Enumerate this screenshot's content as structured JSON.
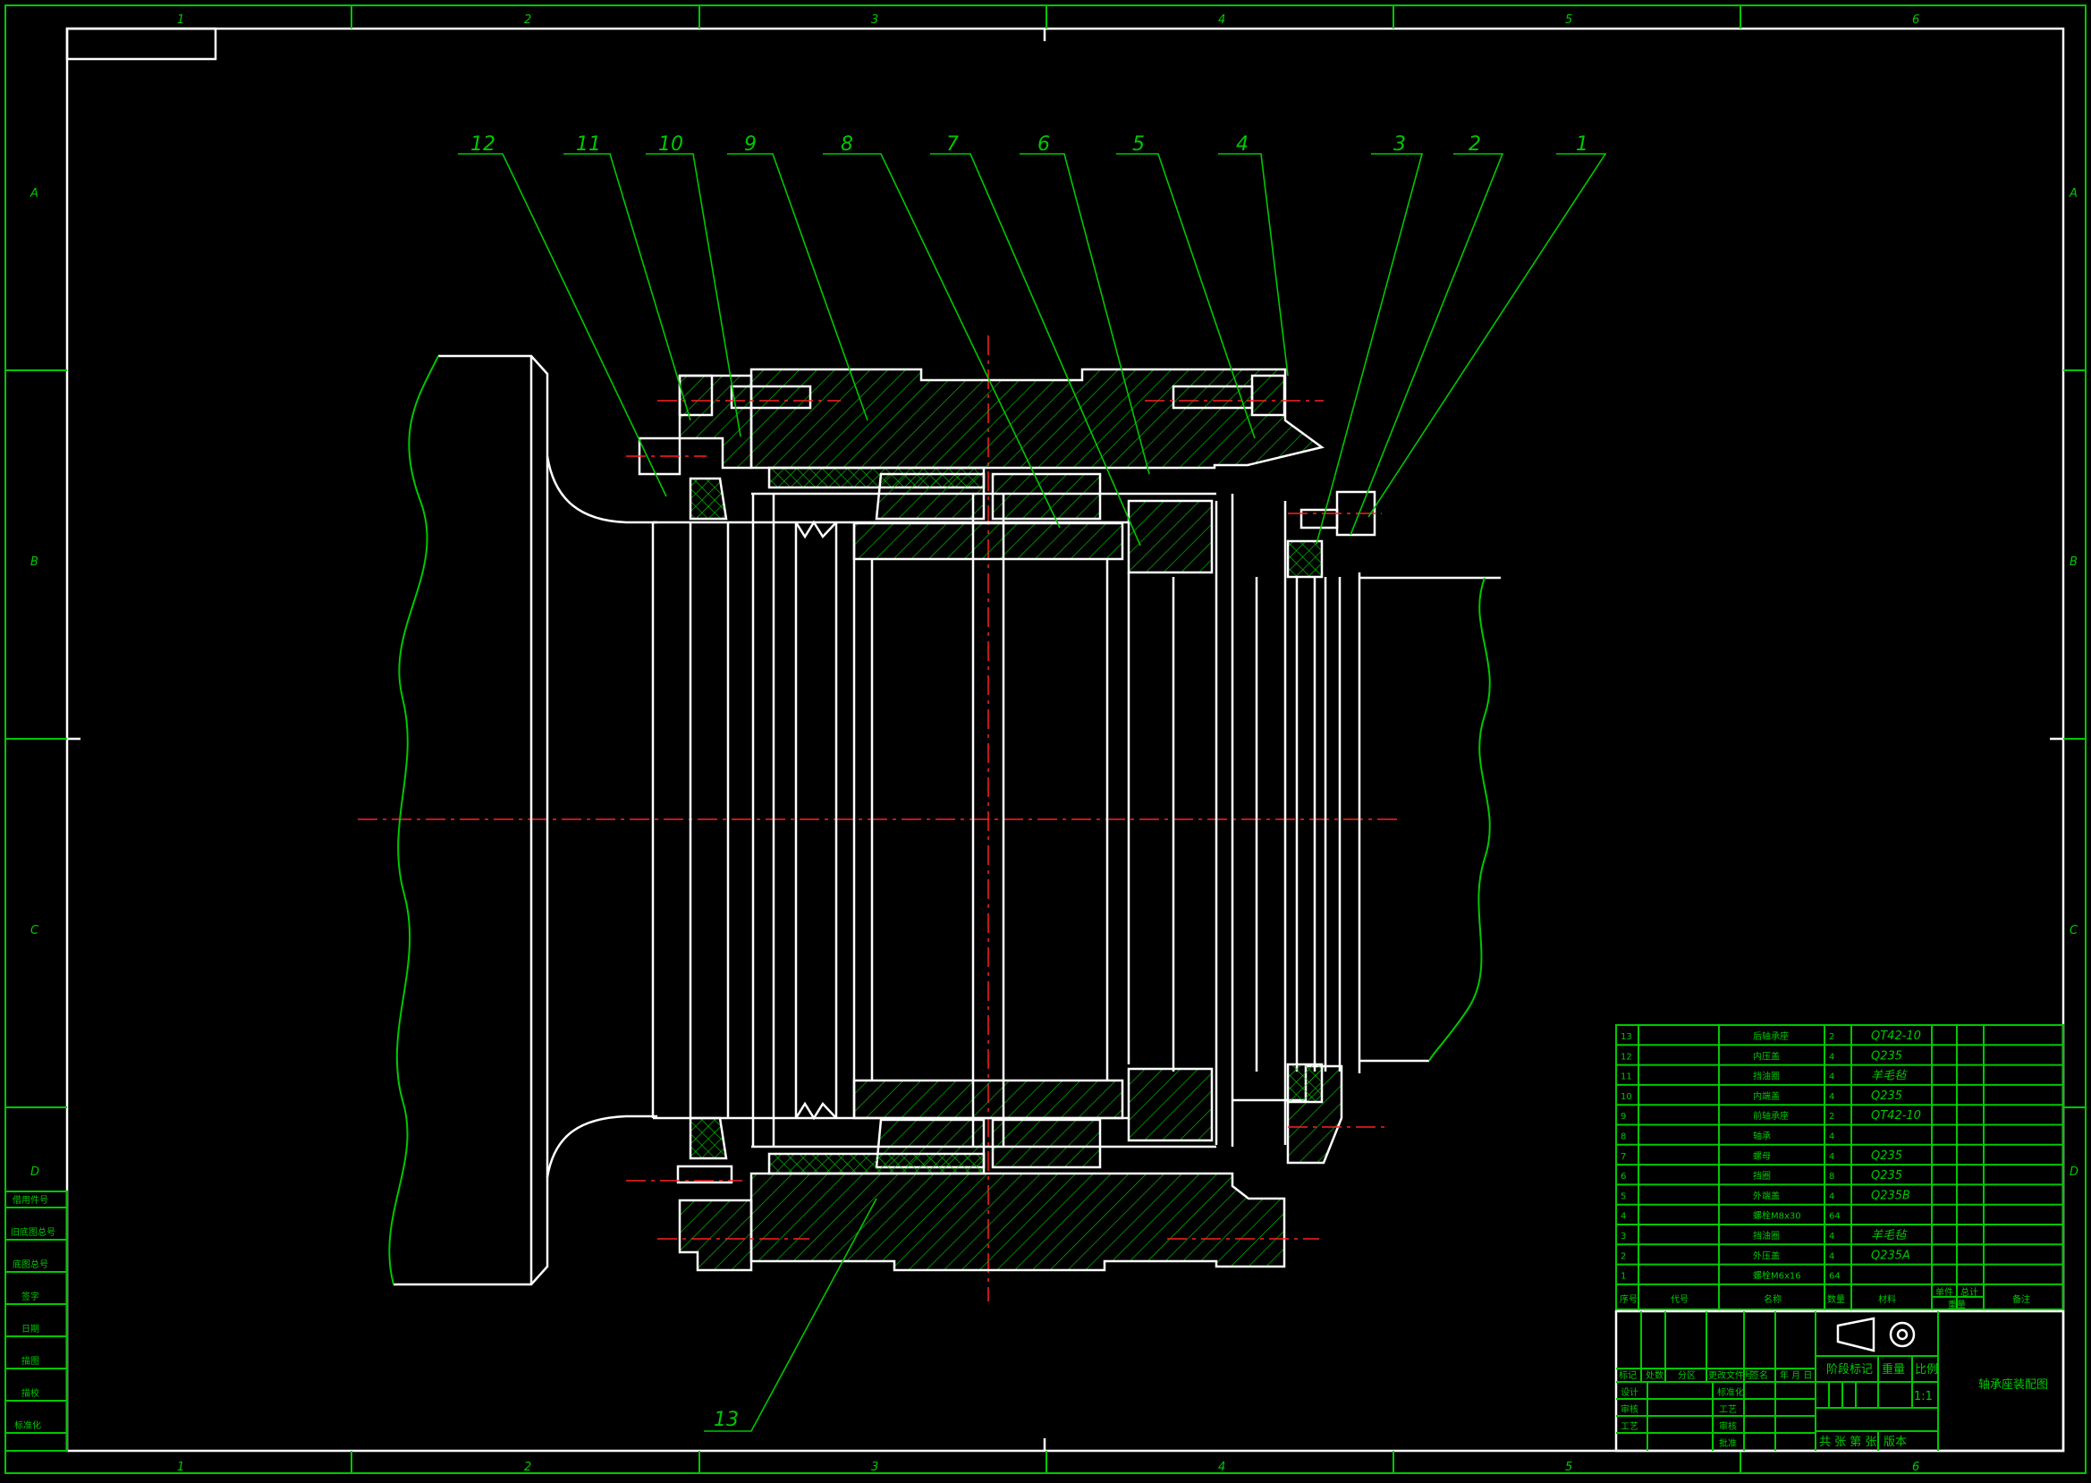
{
  "frame": {
    "columns": [
      "1",
      "2",
      "3",
      "4",
      "5",
      "6"
    ],
    "rows": [
      "A",
      "B",
      "C",
      "D"
    ]
  },
  "callouts": [
    "12",
    "11",
    "10",
    "9",
    "8",
    "7",
    "6",
    "5",
    "4",
    "3",
    "2",
    "1",
    "13"
  ],
  "side_labels": [
    "借用件号",
    "旧底图总号",
    "底图总号",
    "签字",
    "日期",
    "描图",
    "描校",
    "标准化"
  ],
  "bom": {
    "rows": [
      {
        "no": "13",
        "name": "后轴承座",
        "qty": "2",
        "material": "QT42-10"
      },
      {
        "no": "12",
        "name": "内压盖",
        "qty": "4",
        "material": "Q235"
      },
      {
        "no": "11",
        "name": "挡油圈",
        "qty": "4",
        "material": "羊毛毡"
      },
      {
        "no": "10",
        "name": "内端盖",
        "qty": "4",
        "material": "Q235"
      },
      {
        "no": "9",
        "name": "前轴承座",
        "qty": "2",
        "material": "QT42-10"
      },
      {
        "no": "8",
        "name": "轴承",
        "qty": "4",
        "material": ""
      },
      {
        "no": "7",
        "name": "螺母",
        "qty": "4",
        "material": "Q235"
      },
      {
        "no": "6",
        "name": "挡圈",
        "qty": "8",
        "material": "Q235"
      },
      {
        "no": "5",
        "name": "外端盖",
        "qty": "4",
        "material": "Q235B"
      },
      {
        "no": "4",
        "name": "螺栓M8x30",
        "qty": "64",
        "material": ""
      },
      {
        "no": "3",
        "name": "挡油圈",
        "qty": "4",
        "material": "羊毛毡"
      },
      {
        "no": "2",
        "name": "外压盖",
        "qty": "4",
        "material": "Q235A"
      },
      {
        "no": "1",
        "name": "螺栓M6x16",
        "qty": "64",
        "material": ""
      }
    ],
    "header": {
      "no": "序号",
      "code": "代号",
      "name": "名称",
      "qty": "数量",
      "material": "材料",
      "unit": "单件",
      "total": "总计",
      "weight": "重量",
      "remark": "备注"
    }
  },
  "title_block": {
    "drawing_title": "轴承座装配图",
    "scale_value": "1:1",
    "stage_mark": "阶段标记",
    "weight": "重量",
    "scale": "比例",
    "sheet": "共 张 第 张",
    "version": "版本",
    "revision_cols": [
      "标记",
      "处数",
      "分区",
      "更改文件号",
      "签名",
      "年 月 日"
    ],
    "roles": [
      "设计",
      "审核",
      "工艺"
    ],
    "roles_mid": [
      "标准化",
      "工艺",
      "审核",
      "批准"
    ]
  }
}
